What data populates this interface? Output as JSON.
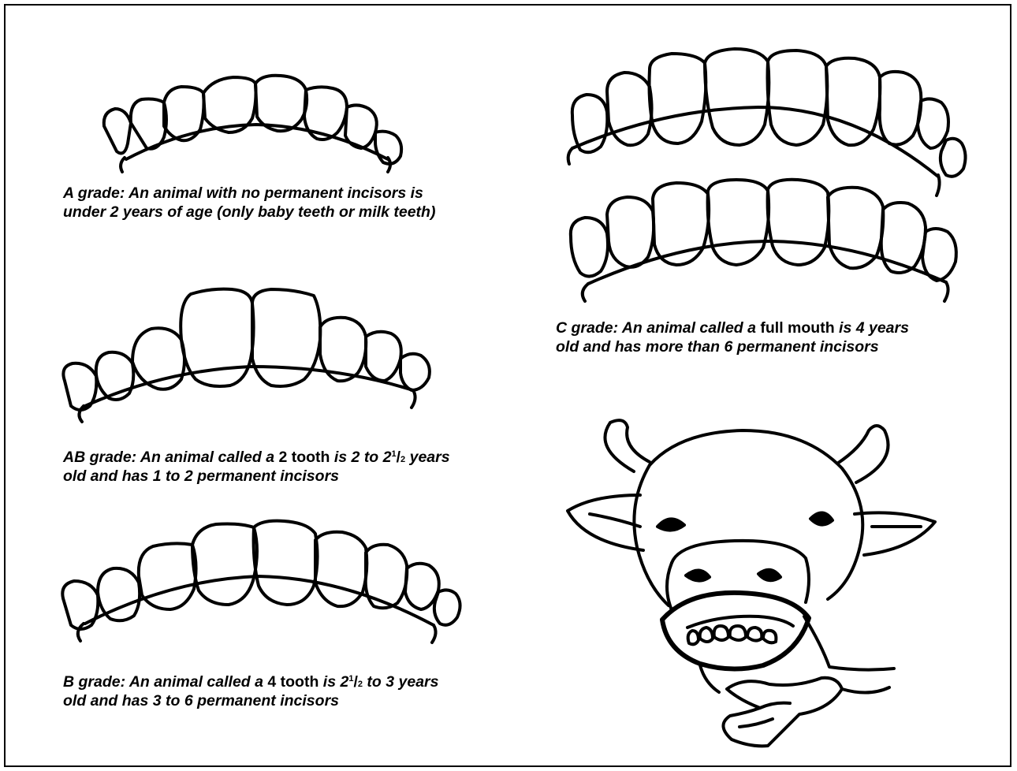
{
  "grades": [
    {
      "id": "a",
      "label": "A grade:",
      "lead": "An animal with no permanent incisors is under 2 years of age (only baby teeth or milk teeth)"
    },
    {
      "id": "ab",
      "label": "AB grade:",
      "lead": "An animal called a",
      "term": "2 tooth",
      "mid": "is 2 to 2",
      "frac_num": "1",
      "frac_sep": "/",
      "frac_den": "2",
      "tail": "years old and has 1 to 2 permanent incisors"
    },
    {
      "id": "b",
      "label": "B grade:",
      "lead": "An animal called a",
      "term": "4 tooth",
      "mid": "is 2",
      "frac_num": "1",
      "frac_sep": "/",
      "frac_den": "2",
      "tail": "to 3 years old and has 3 to 6 permanent incisors"
    },
    {
      "id": "c",
      "label": "C grade:",
      "lead": "An animal called a",
      "term": "full mouth",
      "tail": "is 4 years old and has more than 6 permanent incisors"
    }
  ]
}
